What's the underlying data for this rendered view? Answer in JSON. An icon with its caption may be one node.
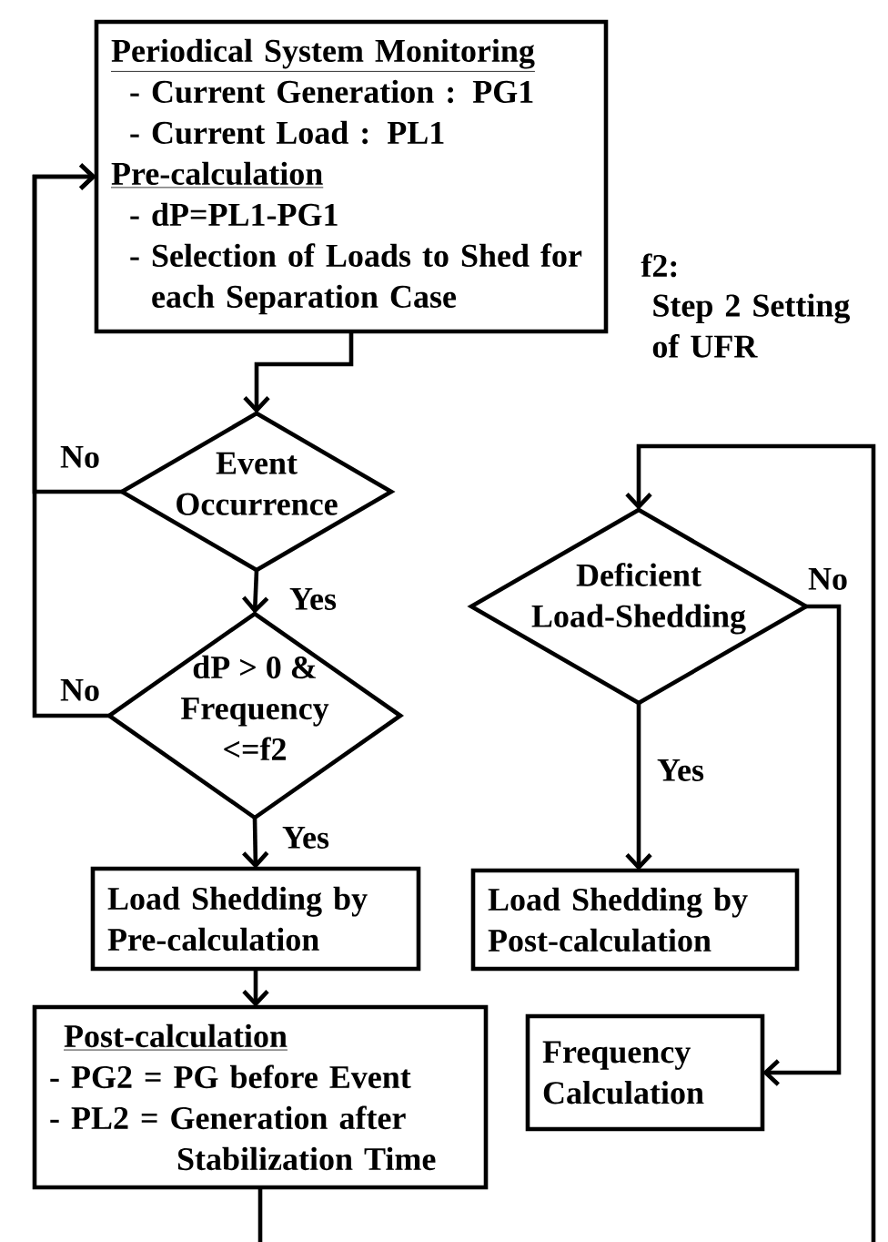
{
  "diagram": {
    "nodes": [
      {
        "text": [
          "Periodical System Monitoring",
          "- Current Generation : PG1",
          "- Current Load : PL1",
          "Pre-calculation",
          "- dP=PL1-PG1",
          "- Selection of Loads to Shed for each Separation Case"
        ]
      },
      {
        "text": [
          "Event Occurrence"
        ]
      },
      {
        "text": [
          "dP > 0 & Frequency <=f2"
        ]
      },
      {
        "text": [
          "Load Shedding by Pre-calculation"
        ]
      },
      {
        "text": [
          "Post-calculation",
          "- PG2 = PG before Event",
          "- PL2 = Generation after Stabilization Time"
        ]
      },
      {
        "text": [
          "Deficient Load-Shedding"
        ]
      },
      {
        "text": [
          "Load Shedding by Post-calculation"
        ]
      },
      {
        "text": [
          "Frequency Calculation"
        ]
      }
    ],
    "edges": [
      {
        "from": 0,
        "to": 1,
        "arrow": "to"
      },
      {
        "from": 1,
        "to": 2,
        "arrow": "to",
        "label": "Yes"
      },
      {
        "from": 1,
        "to": 0,
        "arrow": "to",
        "label": "No"
      },
      {
        "from": 2,
        "to": 0,
        "arrow": "to",
        "label": "No"
      },
      {
        "from": 2,
        "to": 3,
        "arrow": "to",
        "label": "Yes"
      },
      {
        "from": 3,
        "to": 4,
        "arrow": "to"
      },
      {
        "from": 4,
        "to": null,
        "arrow": "none"
      },
      {
        "from": null,
        "to": 5,
        "arrow": "to"
      },
      {
        "from": 5,
        "to": 6,
        "arrow": "to",
        "label": "Yes"
      },
      {
        "from": 5,
        "to": 7,
        "arrow": "to",
        "label": "No"
      }
    ],
    "labels": [
      "f2:",
      "Step 2 Setting of UFR"
    ]
  }
}
